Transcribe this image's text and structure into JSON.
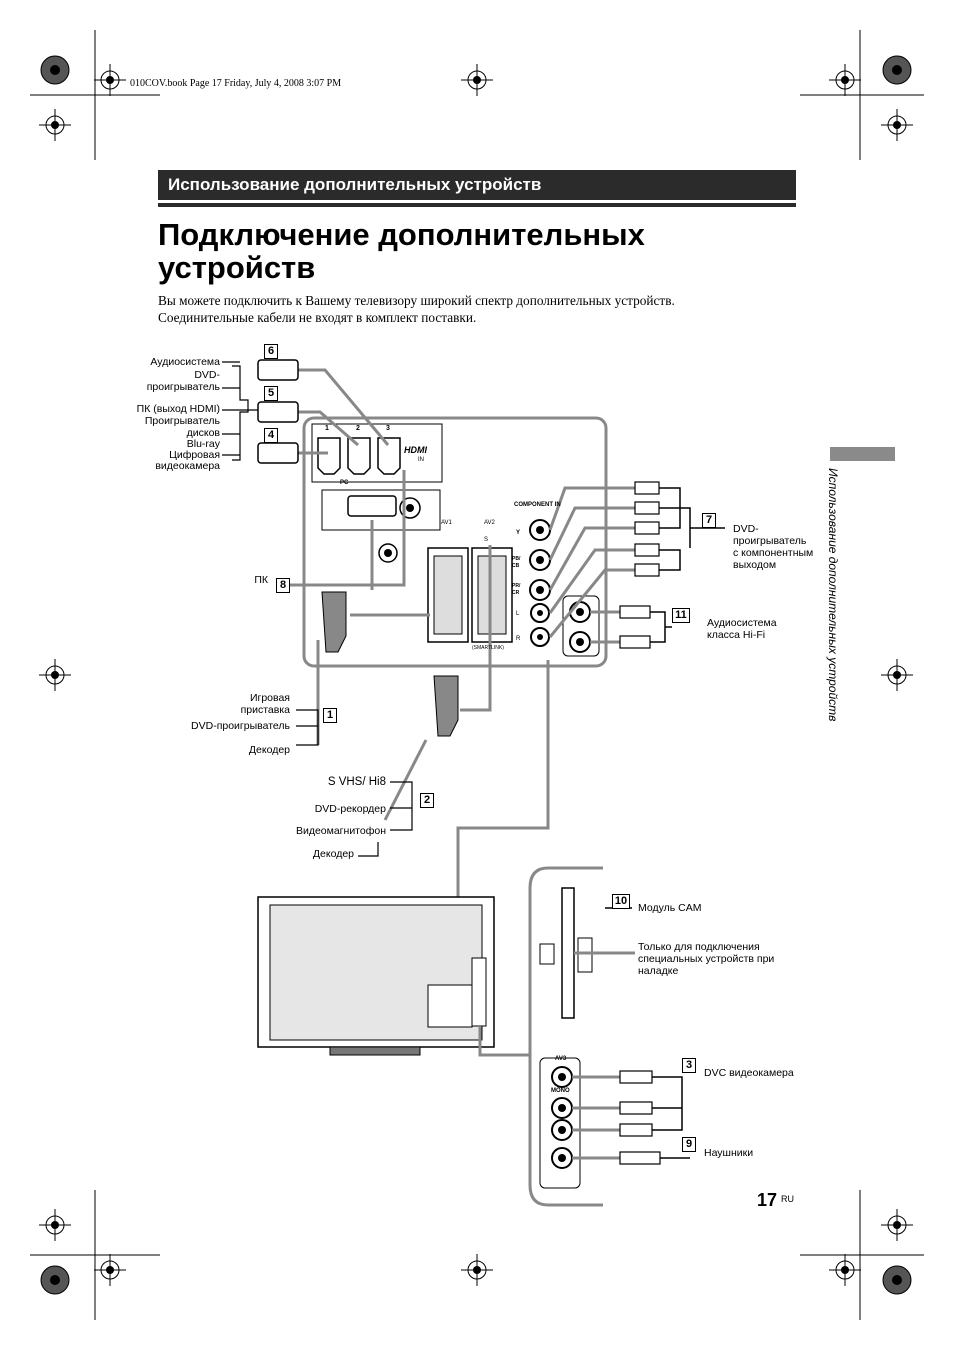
{
  "header": {
    "file_info": "010COV.book  Page 17  Friday, July 4, 2008  3:07 PM"
  },
  "section": {
    "bar_title": "Использование дополнительных устройств",
    "side_tab_text": "Использование дополнительных устройств"
  },
  "main": {
    "title_line1": "Подключение дополнительных",
    "title_line2": "устройств",
    "intro_line1": "Вы можете подключить к Вашему телевизору широкий спектр дополнительных устройств.",
    "intro_line2": "Соединительные кабели не входят в комплект поставки."
  },
  "diagram": {
    "left_labels": {
      "audio_system": "Аудиосистема",
      "dvd_player_1": "DVD-",
      "dvd_player_2": "проигрыватель",
      "pc_hdmi": "ПК (выход HDMI)",
      "bluray_1": "Проигрыватель",
      "bluray_2": "дисков",
      "bluray_3": "Blu-ray",
      "camcorder_1": "Цифровая",
      "camcorder_2": "видеокамера",
      "pc": "ПК",
      "game_1": "Игровая",
      "game_2": "приставка",
      "dvd_player_scart": "DVD-проигрыватель",
      "decoder_1": "Декодер",
      "svhs": "S VHS/ Hi8",
      "dvd_recorder": "DVD-рекордер",
      "vcr": "Видеомагнитофон",
      "decoder_2": "Декодер"
    },
    "right_labels": {
      "component_1": "DVD-",
      "component_2": "проигрыватель",
      "component_3": "с компонентным",
      "component_4": "выходом",
      "hifi_1": "Аудиосистема",
      "hifi_2": "класса Hi-Fi",
      "cam_module": "Модуль CAM",
      "service_1": "Только для подключения",
      "service_2": "специальных устройств при",
      "service_3": "наладке",
      "dvc": "DVC видеокамера",
      "headphones": "Наушники"
    },
    "numbers": {
      "n1": "1",
      "n2": "2",
      "n3": "3",
      "n4": "4",
      "n5": "5",
      "n6": "6",
      "n7": "7",
      "n8": "8",
      "n9": "9",
      "n10": "10",
      "n11": "11"
    },
    "panel_text": {
      "hdmi_1": "1",
      "hdmi_2": "2",
      "hdmi_3": "3",
      "hdmi_logo": "HDMI",
      "hdmi_in": "IN",
      "pc_label": "PC",
      "av1": "AV1",
      "av2": "AV2",
      "smartlink": "(SMARTLINK)",
      "component_in": "COMPONENT IN",
      "y": "Y",
      "pb": "PB/",
      "cb": "CB",
      "pr": "PR/",
      "cr": "CR",
      "l": "L",
      "r": "R",
      "av3": "AV3",
      "mono": "MONO",
      "s_label": "S"
    }
  },
  "footer": {
    "page_number": "17",
    "lang": "RU"
  }
}
